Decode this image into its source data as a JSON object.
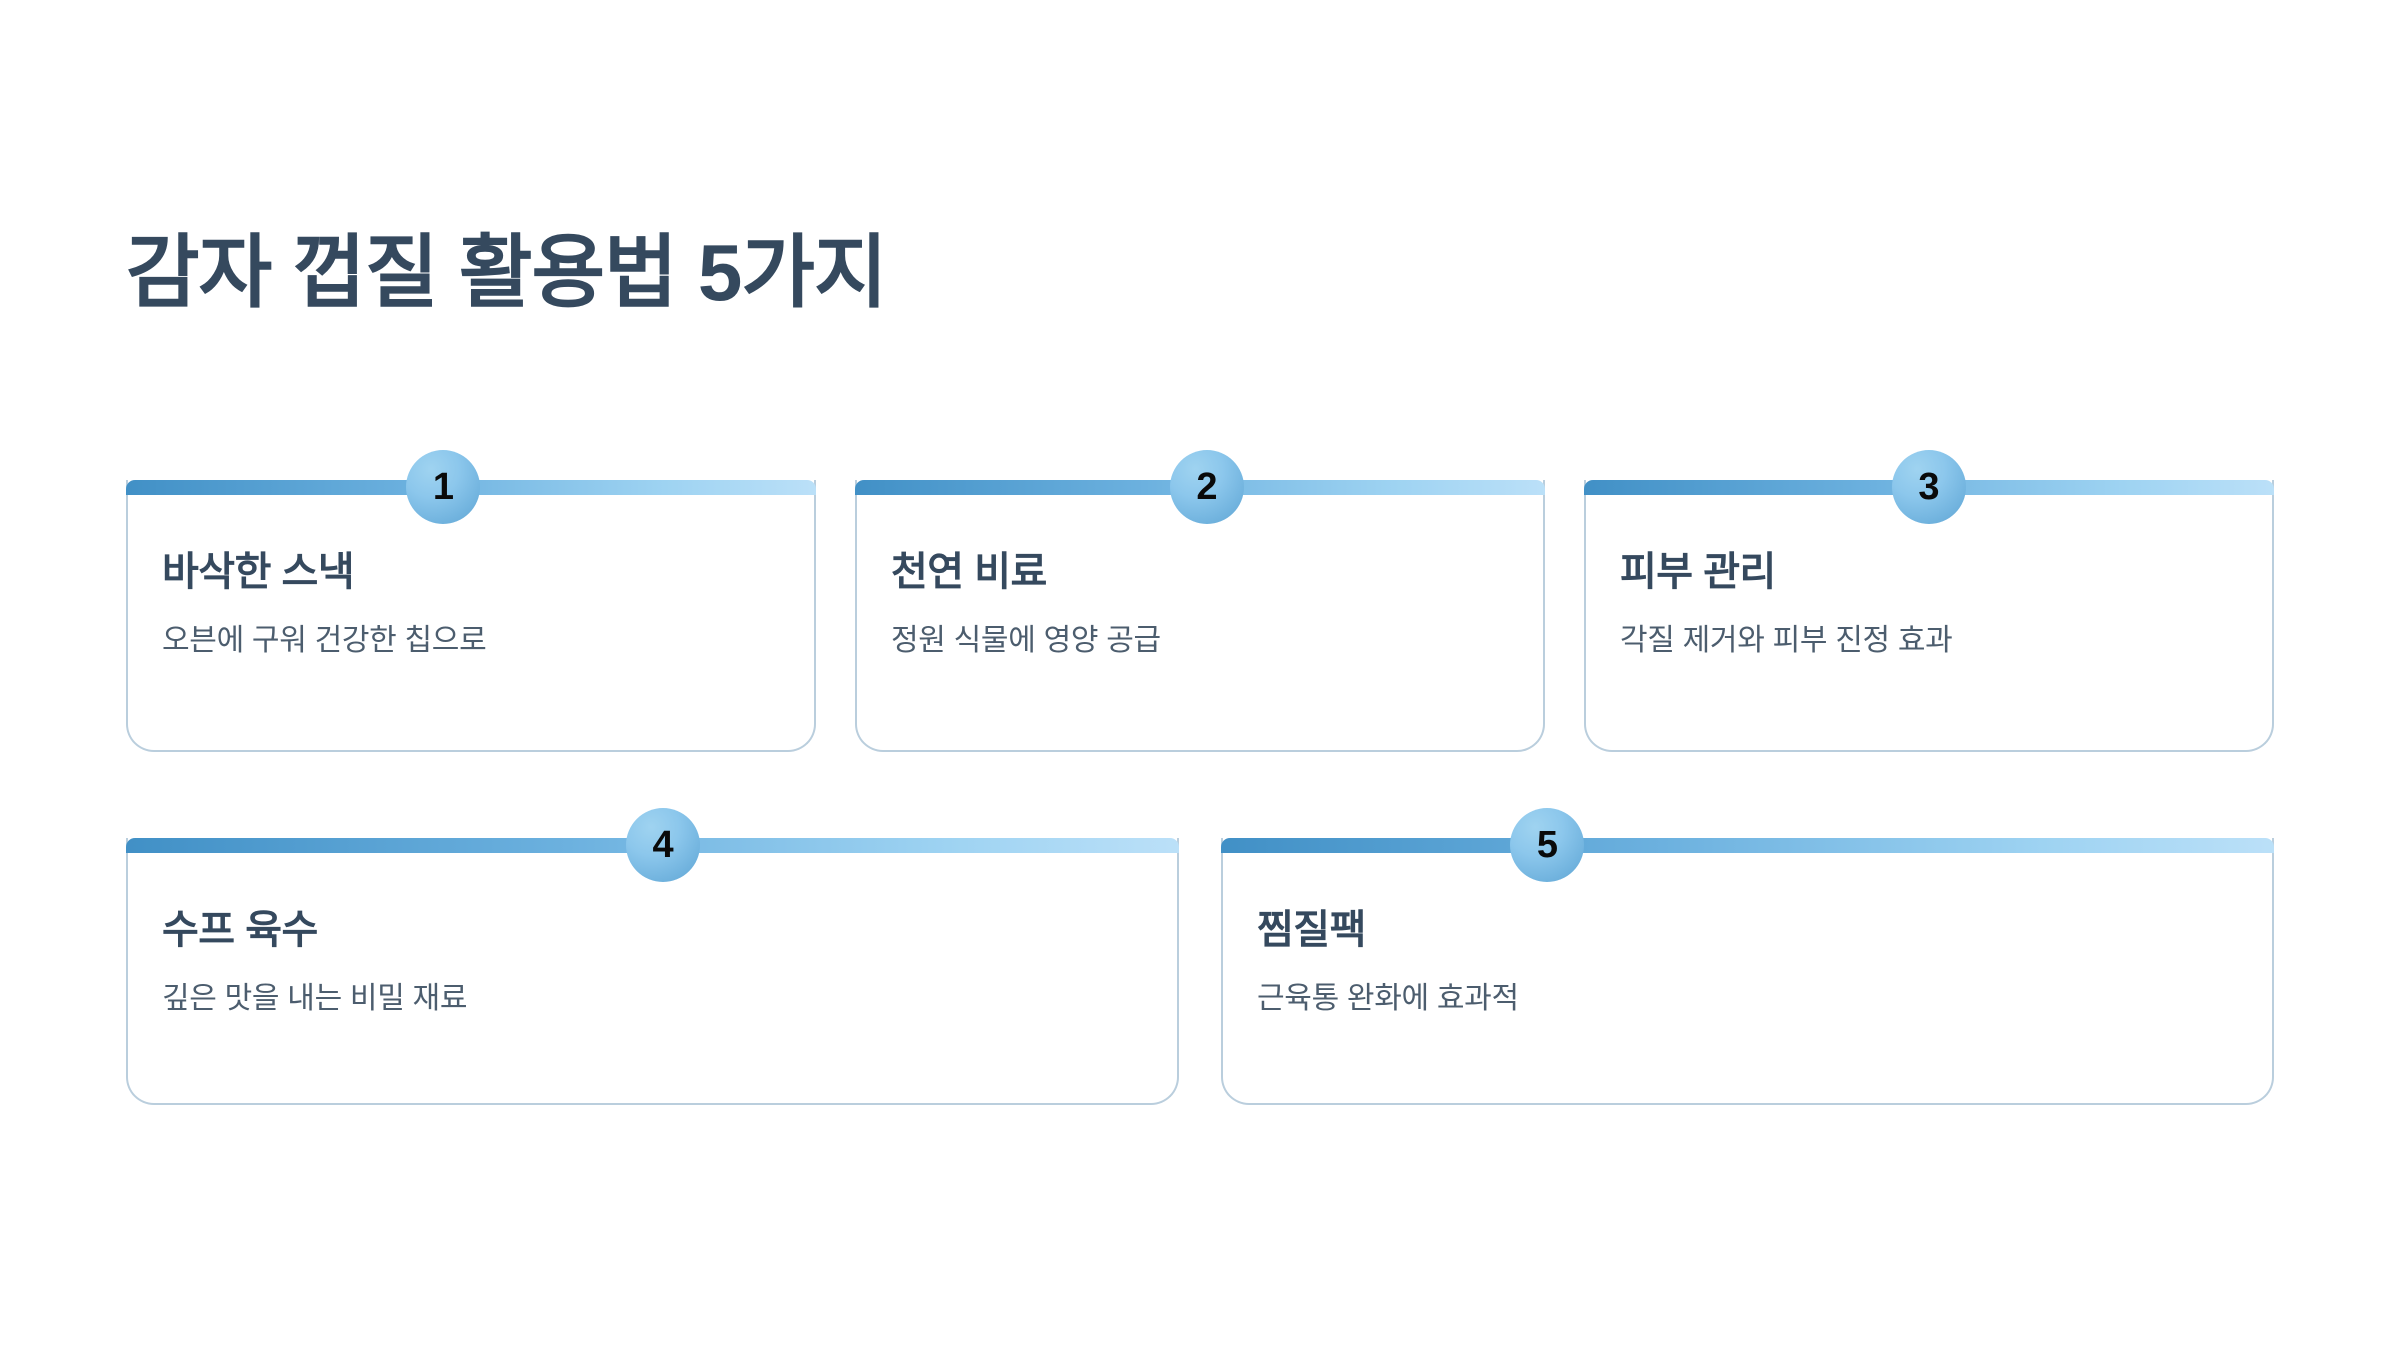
{
  "page": {
    "title": "감자 껍질 활용법 5가지",
    "background_color": "#FFFFFF",
    "title_color": "#35495E",
    "accent_color_dark": "#4190C6",
    "accent_color_light": "#BBE0F8",
    "badge_color": "#8CC7EC",
    "card_border_color": "#BACEDD",
    "body_text_color": "#4C5D6E"
  },
  "rows": [
    {
      "cards": [
        {
          "number": "1",
          "title": "바삭한 스낵",
          "description": "오븐에 구워 건강한 칩으로",
          "badge_position_pct": 46
        },
        {
          "number": "2",
          "title": "천연 비료",
          "description": "정원 식물에 영양 공급",
          "badge_position_pct": 51
        },
        {
          "number": "3",
          "title": "피부 관리",
          "description": "각질 제거와 피부 진정 효과",
          "badge_position_pct": 50
        }
      ]
    },
    {
      "cards": [
        {
          "number": "4",
          "title": "수프 육수",
          "description": "깊은 맛을 내는 비밀 재료",
          "badge_position_pct": 51
        },
        {
          "number": "5",
          "title": "찜질팩",
          "description": "근육통 완화에 효과적",
          "badge_position_pct": 31
        }
      ]
    }
  ]
}
